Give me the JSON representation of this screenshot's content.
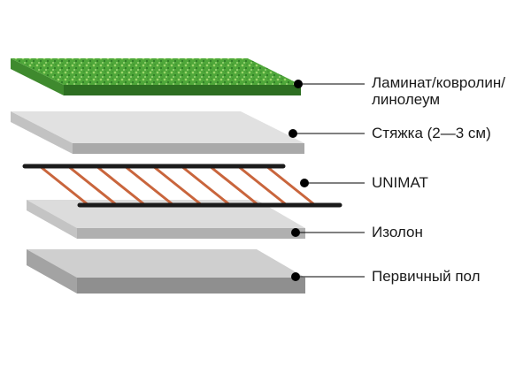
{
  "layers": [
    {
      "id": "floor-covering",
      "label_lines": [
        "Ламинат/ковролин/",
        "линолеум"
      ]
    },
    {
      "id": "screed",
      "label_lines": [
        "Стяжка (2—3 см)"
      ]
    },
    {
      "id": "heating-mat",
      "label_lines": [
        "UNIMAT"
      ]
    },
    {
      "id": "insulation",
      "label_lines": [
        "Изолон"
      ]
    },
    {
      "id": "base-floor",
      "label_lines": [
        "Первичный пол"
      ]
    }
  ],
  "colors": {
    "grass_top": "#4fa73a",
    "grass_dark": "#2f7d26",
    "grass_light": "#9cd66b",
    "grass_side": "#2d6e22",
    "slab_top": "#e1e1e1",
    "slab_side": "#a9a9a9",
    "base_top": "#cfcfcf",
    "base_side": "#8f8f8f",
    "cable": "#c9653c",
    "rail": "#1b1b1b",
    "leader": "#000000"
  }
}
